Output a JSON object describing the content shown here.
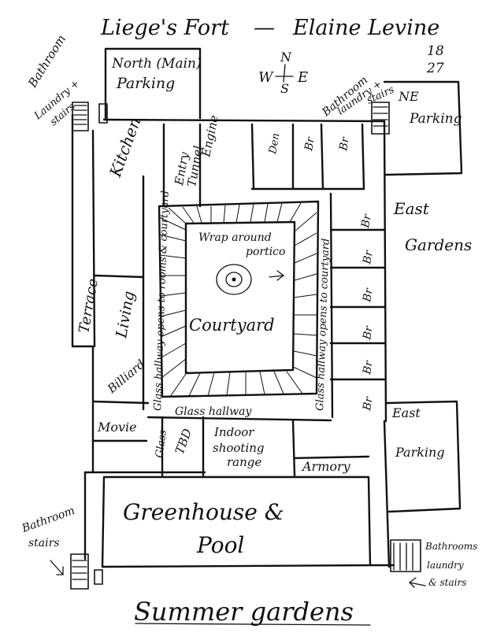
{
  "title": "Liege's Fort",
  "dash": "—",
  "author": "Elaine Levine",
  "date_top": "18",
  "date_bottom": "27",
  "compass": {
    "n": "N",
    "w": "W",
    "e": "E",
    "s": "S"
  },
  "rooms": {
    "north_parking_1": "North (Main)",
    "north_parking_2": "Parking",
    "ne_parking_1": "NE",
    "ne_parking_2": "Parking",
    "kitchen": "Kitchen",
    "entry_1": "Entry",
    "entry_2": "Tunnel",
    "engine": "Engine",
    "den": "Den",
    "br": "Br",
    "east_gardens_1": "East",
    "east_gardens_2": "Gardens",
    "terrace": "Terrace",
    "living": "Living",
    "billiard": "Billiard",
    "movie": "Movie",
    "tbd": "TBD",
    "shooting_1": "Indoor",
    "shooting_2": "shooting",
    "shooting_3": "range",
    "armory": "Armory",
    "greenhouse_1": "Greenhouse &",
    "greenhouse_2": "Pool",
    "summer": "Summer gardens",
    "courtyard": "Courtyard",
    "portico_1": "Wrap around",
    "portico_2": "portico",
    "east_parking_1": "East",
    "east_parking_2": "Parking"
  },
  "hallways": {
    "west": "Glass hallway opens to rooms & courtyard",
    "east": "Glass hallway opens to courtyard",
    "south": "Glass hallway",
    "south_west": "Glass"
  },
  "service": {
    "nw_1": "Bathroom",
    "nw_2": "Laundry +",
    "nw_3": "stairs",
    "ne_1": "Bathroom",
    "ne_2": "laundry +",
    "ne_3": "stairs",
    "sw_1": "Bathroom",
    "sw_2": "stairs",
    "se_1": "Bathrooms",
    "se_2": "laundry",
    "se_3": "& stairs"
  }
}
